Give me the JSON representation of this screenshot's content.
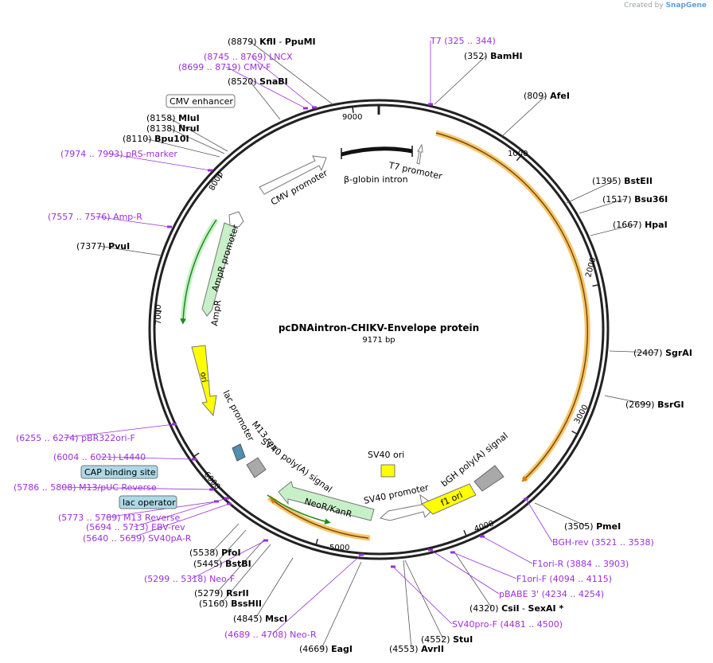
{
  "credit": {
    "prefix": "Created by",
    "brand": "SnapGene"
  },
  "plasmid": {
    "name": "pcDNAintron-CHIKV-Envelope protein",
    "size_label": "9171 bp",
    "total_bp": 9171
  },
  "colors": {
    "enzyme_label": "#000000",
    "primer_label": "#9b30d9",
    "orange": "#f0a030",
    "yellow": "#ffff00",
    "green": "#b8f0b8",
    "gray": "#a9a9a9",
    "blue": "#add8e6"
  },
  "ticks": [
    "1000",
    "2000",
    "3000",
    "4000",
    "5000",
    "6000",
    "7000",
    "8000",
    "9000"
  ],
  "enzymes": [
    {
      "name": "KflI",
      "extra": "PpuMI",
      "pos": "(8879)"
    },
    {
      "name": "SnaBI",
      "pos": "(8520)"
    },
    {
      "name": "MluI",
      "pos": "(8158)"
    },
    {
      "name": "NruI",
      "pos": "(8138)"
    },
    {
      "name": "Bpu10I",
      "pos": "(8110)"
    },
    {
      "name": "PvuI",
      "pos": "(7377)"
    },
    {
      "name": "BamHI",
      "pos": "(352)"
    },
    {
      "name": "AfeI",
      "pos": "(809)"
    },
    {
      "name": "BstEII",
      "pos": "(1395)"
    },
    {
      "name": "Bsu36I",
      "pos": "(1517)"
    },
    {
      "name": "HpaI",
      "pos": "(1667)"
    },
    {
      "name": "SgrAI",
      "pos": "(2407)"
    },
    {
      "name": "BsrGI",
      "pos": "(2699)"
    },
    {
      "name": "PmeI",
      "pos": "(3505)"
    },
    {
      "name": "CsiI",
      "extra": "SexAI *",
      "pos": "(4320)"
    },
    {
      "name": "StuI",
      "pos": "(4552)"
    },
    {
      "name": "AvrII",
      "pos": "(4553)"
    },
    {
      "name": "EagI",
      "pos": "(4669)"
    },
    {
      "name": "MscI",
      "pos": "(4845)"
    },
    {
      "name": "BssHII",
      "pos": "(5160)"
    },
    {
      "name": "RsrII",
      "pos": "(5279)"
    },
    {
      "name": "BstBI",
      "pos": "(5445)"
    },
    {
      "name": "PfoI",
      "pos": "(5538)"
    }
  ],
  "primers": [
    {
      "name": "T7",
      "range": "(325 .. 344)"
    },
    {
      "name": "LNCX",
      "range": "(8745 .. 8769)"
    },
    {
      "name": "CMV-F",
      "range": "(8699 .. 8719)"
    },
    {
      "name": "pRS-marker",
      "range": "(7974 .. 7993)"
    },
    {
      "name": "Amp-R",
      "range": "(7557 .. 7576)"
    },
    {
      "name": "pBR322ori-F",
      "range": "(6255 .. 6274)"
    },
    {
      "name": "L4440",
      "range": "(6004 .. 6021)"
    },
    {
      "name": "M13/pUC Reverse",
      "range": "(5786 .. 5808)"
    },
    {
      "name": "M13 Reverse",
      "range": "(5773 .. 5789)"
    },
    {
      "name": "EBV-rev",
      "range": "(5694 .. 5713)"
    },
    {
      "name": "SV40pA-R",
      "range": "(5640 .. 5659)"
    },
    {
      "name": "Neo-F",
      "range": "(5299 .. 5318)"
    },
    {
      "name": "Neo-R",
      "range": "(4689 .. 4708)"
    },
    {
      "name": "SV40pro-F",
      "range": "(4481 .. 4500)"
    },
    {
      "name": "pBABE 3'",
      "range": "(4234 .. 4254)"
    },
    {
      "name": "F1ori-F",
      "range": "(4094 .. 4115)"
    },
    {
      "name": "F1ori-R",
      "range": "(3884 .. 3903)"
    },
    {
      "name": "BGH-rev",
      "range": "(3521 .. 3538)"
    }
  ],
  "boxed_labels": [
    "CMV enhancer",
    "CAP binding site",
    "lac operator"
  ],
  "features": {
    "cmv_promoter": "CMV promoter",
    "beta_globin_intron": "β-globin intron",
    "t7_promoter": "T7 promoter",
    "ampr_promoter": "AmpR promoter",
    "ampr": "AmpR",
    "ori": "ori",
    "lac_promoter": "lac promoter",
    "m13_rev": "M13 rev",
    "sv40_polya": "SV40 poly(A) signal",
    "neor": "NeoR/KanR",
    "sv40_promoter": "SV40 promoter",
    "sv40_ori": "SV40 ori",
    "f1_ori": "f1 ori",
    "bgh_polya": "bGH poly(A) signal"
  }
}
